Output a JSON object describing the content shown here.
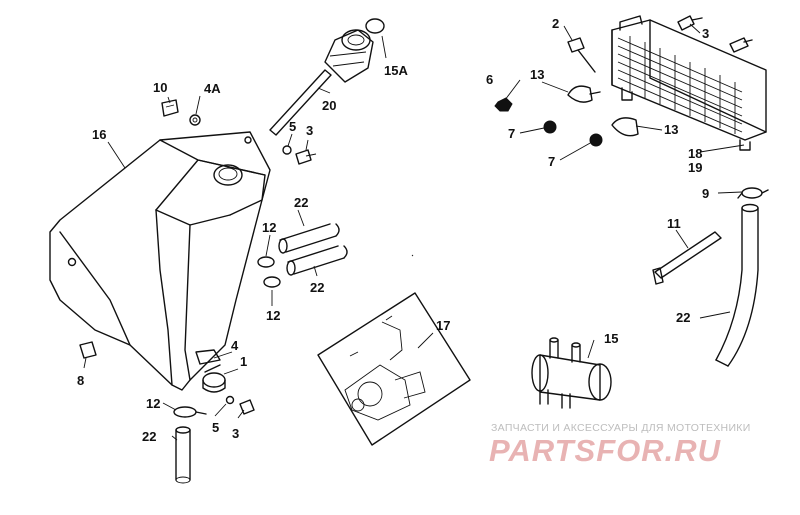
{
  "callouts": [
    {
      "id": "c-2",
      "text": "2"
    },
    {
      "id": "c-3a",
      "text": "3"
    },
    {
      "id": "c-3b",
      "text": "3"
    },
    {
      "id": "c-3c",
      "text": "3"
    },
    {
      "id": "c-4a",
      "text": "4A"
    },
    {
      "id": "c-4",
      "text": "4"
    },
    {
      "id": "c-1",
      "text": "1"
    },
    {
      "id": "c-5a",
      "text": "5"
    },
    {
      "id": "c-5b",
      "text": "5"
    },
    {
      "id": "c-6",
      "text": "6"
    },
    {
      "id": "c-7a",
      "text": "7"
    },
    {
      "id": "c-7b",
      "text": "7"
    },
    {
      "id": "c-8",
      "text": "8"
    },
    {
      "id": "c-9",
      "text": "9"
    },
    {
      "id": "c-10",
      "text": "10"
    },
    {
      "id": "c-11",
      "text": "11"
    },
    {
      "id": "c-12a",
      "text": "12"
    },
    {
      "id": "c-12b",
      "text": "12"
    },
    {
      "id": "c-12c",
      "text": "12"
    },
    {
      "id": "c-13a",
      "text": "13"
    },
    {
      "id": "c-13b",
      "text": "13"
    },
    {
      "id": "c-15",
      "text": "15"
    },
    {
      "id": "c-15a",
      "text": "15A"
    },
    {
      "id": "c-16",
      "text": "16"
    },
    {
      "id": "c-17",
      "text": "17"
    },
    {
      "id": "c-18",
      "text": "18"
    },
    {
      "id": "c-19",
      "text": "19"
    },
    {
      "id": "c-20",
      "text": "20"
    },
    {
      "id": "c-22a",
      "text": "22"
    },
    {
      "id": "c-22b",
      "text": "22"
    },
    {
      "id": "c-22c",
      "text": "22"
    },
    {
      "id": "c-22d",
      "text": "22"
    }
  ],
  "watermark": {
    "tagline": "ЗАПЧАСТИ И АКСЕССУАРЫ ДЛЯ МОТОТЕХНИКИ",
    "logo": "PARTSFOR.RU",
    "logo_color": "#e8b3b3",
    "tagline_color": "#bdbdbd"
  }
}
